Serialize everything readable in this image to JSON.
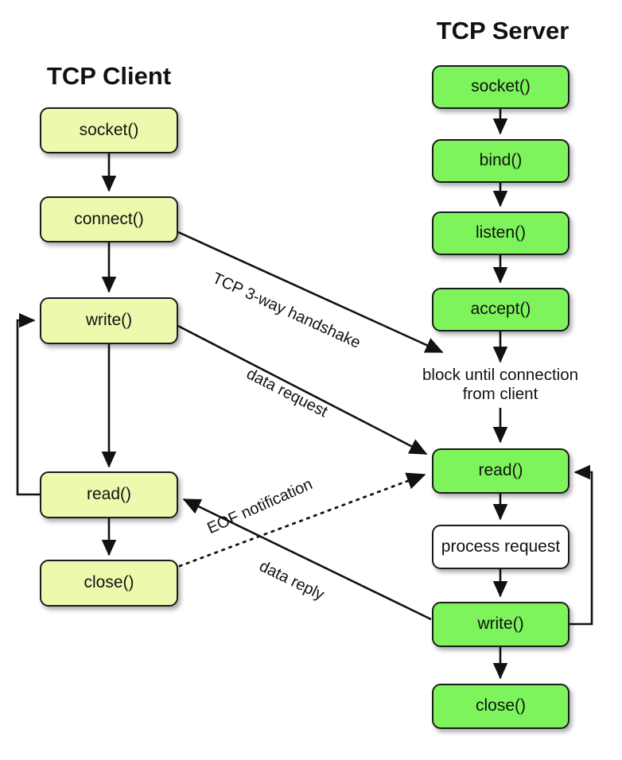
{
  "diagram": {
    "title_client": "TCP Client",
    "title_server": "TCP Server"
  },
  "client": {
    "nodes": [
      {
        "id": "client-socket",
        "label": "socket()"
      },
      {
        "id": "client-connect",
        "label": "connect()"
      },
      {
        "id": "client-write",
        "label": "write()"
      },
      {
        "id": "client-read",
        "label": "read()"
      },
      {
        "id": "client-close",
        "label": "close()"
      }
    ]
  },
  "server": {
    "nodes": [
      {
        "id": "server-socket",
        "label": "socket()"
      },
      {
        "id": "server-bind",
        "label": "bind()"
      },
      {
        "id": "server-listen",
        "label": "listen()"
      },
      {
        "id": "server-accept",
        "label": "accept()"
      },
      {
        "id": "server-read",
        "label": "read()"
      },
      {
        "id": "server-process",
        "label": "process\nrequest"
      },
      {
        "id": "server-write",
        "label": "write()"
      },
      {
        "id": "server-close",
        "label": "close()"
      }
    ]
  },
  "notes": {
    "block_note": "block until connection\nfrom client"
  },
  "edge_labels": {
    "handshake": "TCP 3-way handshake",
    "data_request": "data request",
    "eof_notification": "EOF notification",
    "data_reply": "data reply"
  },
  "colors": {
    "client_fill": "#edfaae",
    "server_fill": "#7df45c",
    "plain_fill": "#ffffff",
    "stroke": "#1b1b1b",
    "text": "#111111",
    "background": "#ffffff"
  }
}
